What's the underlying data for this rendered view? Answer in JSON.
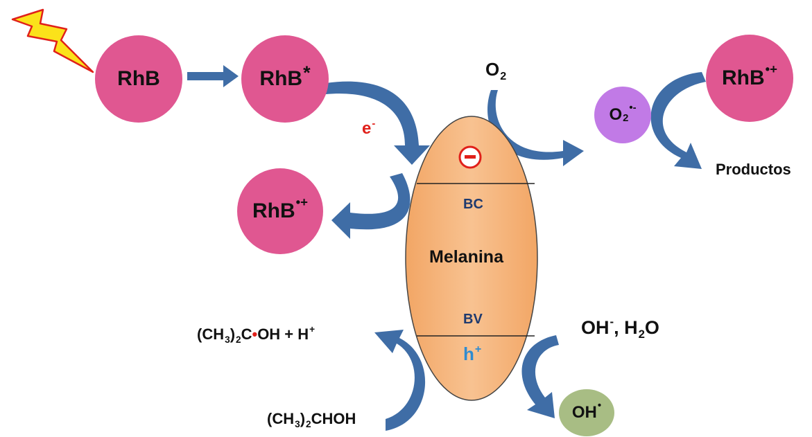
{
  "colors": {
    "molecule": "#e05791",
    "superoxide": "#c17ae6",
    "hydroxyl": "#a8bd84",
    "ellipse": "#f6b47b",
    "arrow": "#3f6da6",
    "electron_text": "#e0201a",
    "hole_text": "#2f8bd0",
    "band_text": "#1f3a6e",
    "lightning": "#fbe21a"
  },
  "icons": {
    "light": "lightning-bolt-icon",
    "electron": "minus-circle-icon"
  },
  "molecules": {
    "rhb": "RhB",
    "rhb_excited": "RhB",
    "rhb_excited_mark": "*",
    "rhb_cation_left": "RhB",
    "rhb_cation_left_mark": "•+",
    "rhb_cation_right": "RhB",
    "rhb_cation_right_mark": "•+"
  },
  "species": {
    "electron": "e",
    "electron_mark": "-",
    "oxygen": "O",
    "oxygen_sub": "2",
    "superoxide": "O",
    "superoxide_sub": "2",
    "superoxide_mark": "•-",
    "products": "Productos",
    "hydroxide_water": {
      "a": "OH",
      "a_mark": "-",
      "b": ", H",
      "b_sub": "2",
      "c": "O"
    },
    "hydroxyl_radical": "OH",
    "hydroxyl_mark": "•",
    "isopropanol": {
      "a": "(CH",
      "a_sub": "3",
      "b": ")",
      "b_sub": "2",
      "c": "CHOH"
    },
    "radical_product": {
      "a": "(CH",
      "a_sub": "3",
      "b": ")",
      "b_sub": "2",
      "c": "C",
      "dot": "•",
      "d": "OH + H",
      "d_mark": "+"
    }
  },
  "semiconductor": {
    "name": "Melanina",
    "conduction_band": "BC",
    "valence_band": "BV",
    "hole": "h",
    "hole_mark": "+"
  }
}
